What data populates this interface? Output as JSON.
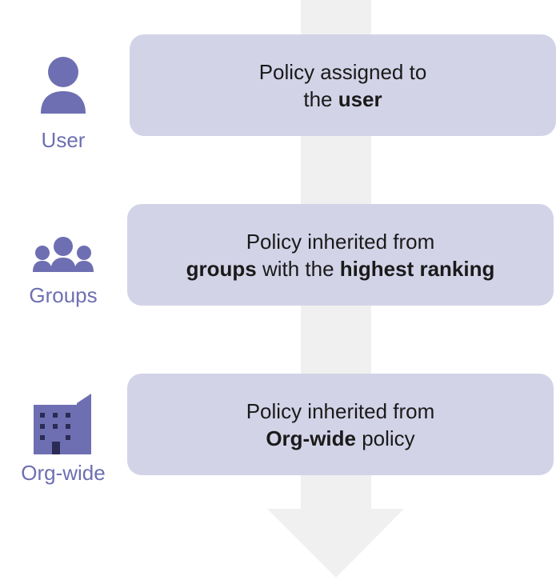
{
  "levels": [
    {
      "label": "User",
      "icon": "user-icon",
      "line1": {
        "pre": "Policy assigned to",
        "bold": "",
        "post": ""
      },
      "line2": {
        "pre": "the ",
        "bold": "user",
        "post": ""
      }
    },
    {
      "label": "Groups",
      "icon": "groups-icon",
      "line1": {
        "pre": "Policy inherited from",
        "bold": "",
        "post": ""
      },
      "line2": {
        "pre": "",
        "bold": "groups",
        "post": " with the ",
        "bold2": "highest ranking"
      }
    },
    {
      "label": "Org-wide",
      "icon": "building-icon",
      "line1": {
        "pre": "Policy inherited from",
        "bold": "",
        "post": ""
      },
      "line2": {
        "pre": "",
        "bold": "Org-wide",
        "post": " policy"
      }
    }
  ],
  "colors": {
    "icon": "#6e6fb2",
    "icon_dark": "#2b2b55",
    "box": "#d3d3e8",
    "arrow": "#f0f0f0",
    "text": "#1a1a1a"
  }
}
